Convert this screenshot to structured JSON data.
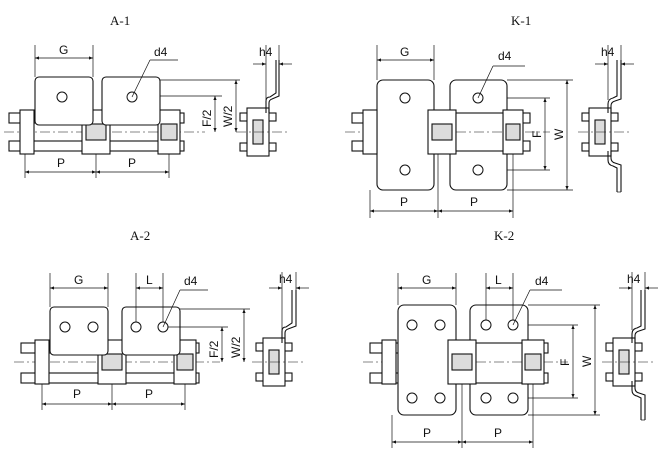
{
  "panels": [
    {
      "id": "A-1",
      "title": "A-1",
      "labels": {
        "G": "G",
        "d4": "d4",
        "P1": "P",
        "P2": "P",
        "F": "F/2",
        "W": "W/2",
        "h4": "h4"
      }
    },
    {
      "id": "K-1",
      "title": "K-1",
      "labels": {
        "G": "G",
        "d4": "d4",
        "P1": "P",
        "P2": "P",
        "F": "F",
        "W": "W",
        "h4": "h4"
      }
    },
    {
      "id": "A-2",
      "title": "A-2",
      "labels": {
        "G": "G",
        "L": "L",
        "d4": "d4",
        "P1": "P",
        "P2": "P",
        "F": "F/2",
        "W": "W/2",
        "h4": "h4"
      }
    },
    {
      "id": "K-2",
      "title": "K-2",
      "labels": {
        "G": "G",
        "L": "L",
        "d4": "d4",
        "P1": "P",
        "P2": "P",
        "F": "F",
        "W": "W",
        "h4": "h4"
      }
    }
  ]
}
